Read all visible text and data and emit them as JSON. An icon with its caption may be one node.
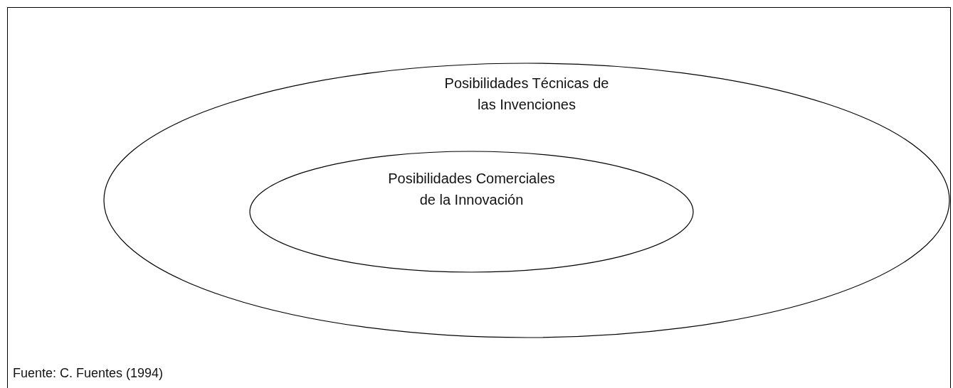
{
  "diagram": {
    "caption": "Fuente: C. Fuentes (1994)",
    "nodes": [
      {
        "text": [
          "Posibilidades Técnicas de las Invenciones"
        ]
      },
      {
        "text": [
          "Posibilidades Comerciales de la Innovación"
        ],
        "in": 0
      }
    ]
  }
}
